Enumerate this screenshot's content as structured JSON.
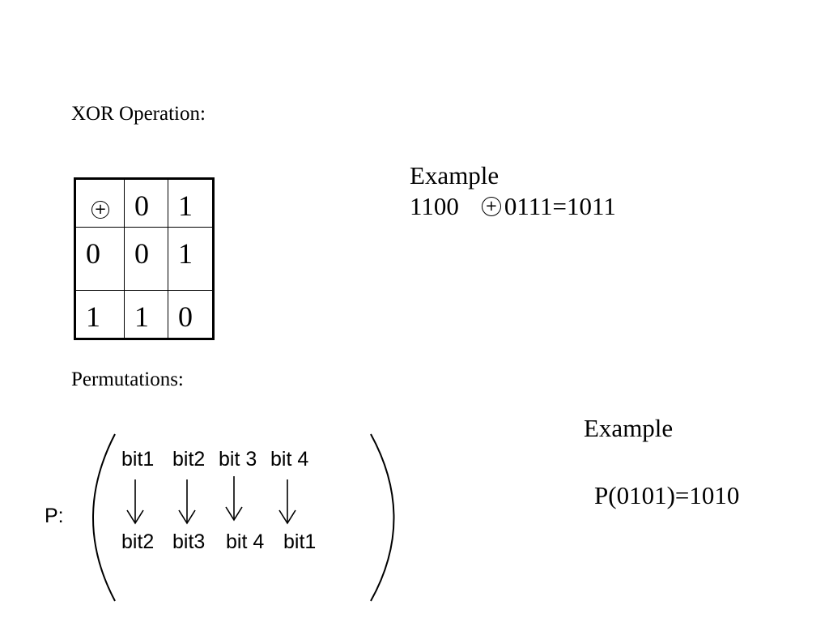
{
  "xor": {
    "heading": "XOR Operation:",
    "operator_symbol": "+",
    "table": {
      "header": [
        "0",
        "1"
      ],
      "rows": [
        {
          "label": "0",
          "cells": [
            "0",
            "1"
          ]
        },
        {
          "label": "1",
          "cells": [
            "1",
            "0"
          ]
        }
      ]
    },
    "example": {
      "title": "Example",
      "left": "1100",
      "right": "0111=1011"
    }
  },
  "permutation": {
    "heading": "Permutations:",
    "label": "P:",
    "top": [
      "bit1",
      "bit2",
      "bit 3",
      "bit 4"
    ],
    "bottom": [
      "bit2",
      "bit3",
      "bit 4",
      "bit1"
    ],
    "example": {
      "title": "Example",
      "equation": "P(0101)=1010"
    }
  }
}
